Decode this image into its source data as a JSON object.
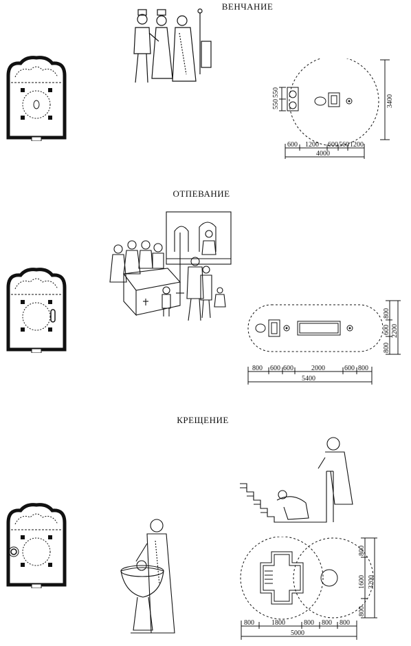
{
  "sections": [
    {
      "title": "ВЕНЧАНИЕ",
      "dims": {
        "h1": "600",
        "h2": "1200",
        "h3": "600",
        "h4": "560",
        "h5": "1200",
        "total_w": "4000",
        "v1": "550",
        "v2": "550",
        "total_h": "3400"
      }
    },
    {
      "title": "ОТПЕВАНИЕ",
      "dims": {
        "h1": "800",
        "h2": "600",
        "h3": "600",
        "h4": "2000",
        "h5": "600",
        "h6": "800",
        "total_w": "5400",
        "v1": "800",
        "v2": "600",
        "v3": "800",
        "total_h": "2200"
      }
    },
    {
      "title": "КРЕЩЕНИЕ",
      "dims": {
        "h1": "800",
        "h2": "1800",
        "h3": "800",
        "h4": "800",
        "h5": "800",
        "total_w": "5000",
        "v1": "800",
        "v2": "1600",
        "v3": "800",
        "total_h": "3200"
      }
    }
  ],
  "colors": {
    "ink": "#111111",
    "paper": "#ffffff"
  }
}
